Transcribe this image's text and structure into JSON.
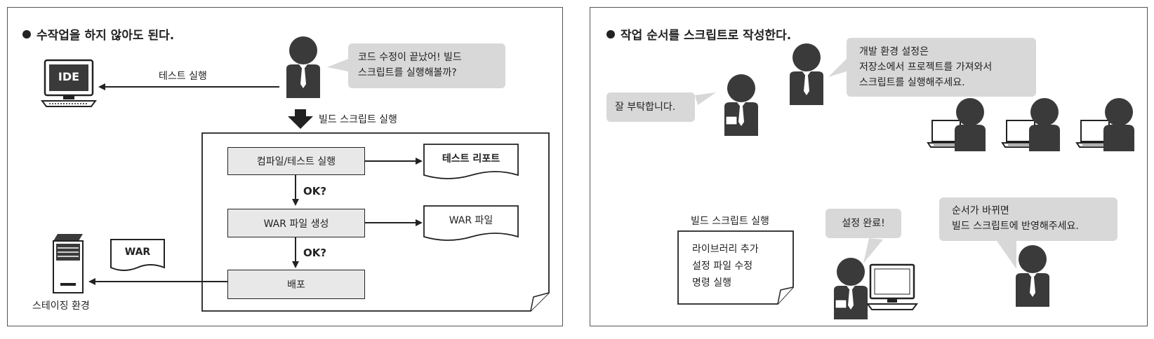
{
  "left": {
    "title": "수작업을 하지 않아도 된다.",
    "ide_label": "IDE",
    "test_run_label": "테스트 실행",
    "speech": [
      "코드 수정이 끝났어! 빌드",
      "스크립트를 실행해볼까?"
    ],
    "build_run_label": "빌드 스크립트 실행",
    "steps": [
      "컴파일/테스트 실행",
      "WAR 파일 생성",
      "배포"
    ],
    "ok_labels": [
      "OK?",
      "OK?"
    ],
    "outputs": [
      "테스트 리포트",
      "WAR 파일"
    ],
    "war_doc": "WAR",
    "staging_label": "스테이징 환경"
  },
  "right": {
    "title": "작업 순서를 스크립트로 작성한다.",
    "request_bubble": "잘 부탁합니다.",
    "instruction_bubble": [
      "개발 환경 설정은",
      "저장소에서 프로젝트를 가져와서",
      "스크립트를 실행해주세요."
    ],
    "script_title": "빌드 스크립트 실행",
    "script_lines": [
      "라이브러리 추가",
      "설정 파일 수정",
      "명령 실행"
    ],
    "done_bubble": "설정 완료!",
    "change_bubble": [
      "순서가 바뀌면",
      "빌드 스크립트에 반영해주세요."
    ]
  },
  "colors": {
    "figure": "#3a3a3a",
    "bubble": "#d8d8d8",
    "box": "#e8e8e8",
    "line": "#222222"
  },
  "icons": [
    "computer-icon",
    "person-icon",
    "server-icon",
    "document-icon",
    "laptop-icon",
    "arrow-icon"
  ]
}
